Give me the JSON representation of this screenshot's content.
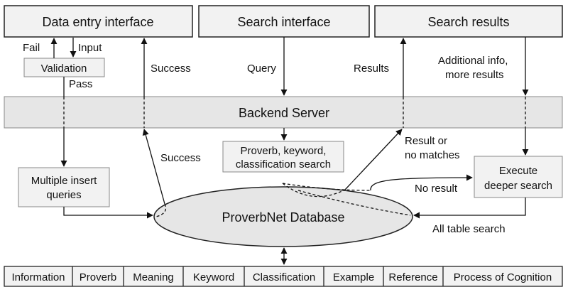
{
  "diagram": {
    "top_boxes": {
      "data_entry": "Data entry interface",
      "search": "Search interface",
      "results": "Search results"
    },
    "validation": "Validation",
    "backend": "Backend Server",
    "search_box": [
      "Proverb, keyword,",
      "classification search"
    ],
    "insert_box": [
      "Multiple insert",
      "queries"
    ],
    "deeper_box": [
      "Execute",
      "deeper search"
    ],
    "database": "ProverbNet Database",
    "labels": {
      "fail": "Fail",
      "input": "Input",
      "pass": "Pass",
      "success_top": "Success",
      "query": "Query",
      "results": "Results",
      "additional": [
        "Additional info,",
        "more results"
      ],
      "success_mid": "Success",
      "result_or": [
        "Result or",
        "no matches"
      ],
      "no_result": "No result",
      "all_table": "All table search"
    },
    "tables": [
      "Information",
      "Proverb",
      "Meaning",
      "Keyword",
      "Classification",
      "Example",
      "Reference",
      "Process of Cognition"
    ]
  }
}
